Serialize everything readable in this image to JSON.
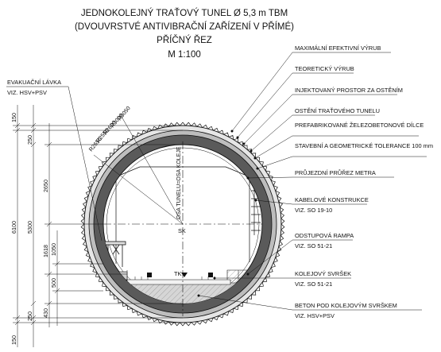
{
  "title": {
    "line1": "JEDNOKOLEJNÝ TRAŤOVÝ TUNEL Ø 5,3 m TBM",
    "line2": "(DVOUVRSTVÉ ANTIVIBRAČNÍ ZAŘÍZENÍ  V PŘÍMÉ)",
    "line3": "PŘÍČNÝ ŘEZ",
    "line4": "M 1:100"
  },
  "left_labels": {
    "walkway": "EVAKUAČNÍ LÁVKA",
    "walkway_ref": "VIZ. HSV+PSV"
  },
  "right_labels": {
    "max_excavation": "MAXIMÁLNÍ EFEKTIVNÍ VÝRUB",
    "theoretical_excavation": "TEORETICKÝ VÝRUB",
    "grouted_space": "INJEKTOVANÝ PROSTOR ZA OSTĚNÍM",
    "lining": "OSTĚNÍ TRAŤOVÉHO TUNELU",
    "segments": "PREFABRIKOVANÉ ŽELEZOBETONOVÉ DÍLCE",
    "tolerance": "STAVEBNÍ A GEOMETRICKÉ TOLERANCE 100 mm",
    "clearance": "PRŮJEZDNÍ PRŮŘEZ METRA",
    "cable_structures": "KABELOVÉ KONSTRUKCE",
    "cable_ref": "VIZ. SO  19-10",
    "step_ramp": "ODSTUPOVÁ RAMPA",
    "step_ramp_ref": "VIZ. SO  51-21",
    "track": "KOLEJOVÝ SVRŠEK",
    "track_ref": "VIZ. SO  51-21",
    "concrete": "BETON POD KOLEJOVÝM SVRŠKEM",
    "concrete_ref": "VIZ. HSV+PSV"
  },
  "radii": [
    "R2650",
    "R2550",
    "R2600",
    "R3000",
    "R3050"
  ],
  "axes": {
    "tunnel_axis": "OSA TUNELU=OSA KOLEJE",
    "sk": "SK",
    "tk": "TK"
  },
  "dimensions": {
    "outer": {
      "total": "6100",
      "top": "150",
      "bottom": "150"
    },
    "middle": {
      "top": "250",
      "main": "5300",
      "bottom": "250"
    },
    "inner": {
      "upper": "2650",
      "lower": "1618",
      "d430": "430"
    },
    "sub": {
      "d1050": "1050",
      "d500": "500"
    }
  },
  "colors": {
    "lining": "#5a5a5a",
    "grout": "#bdbdbd",
    "line": "#111111",
    "hatch": "#9a9a9a",
    "concrete": "#cfcfcf"
  }
}
